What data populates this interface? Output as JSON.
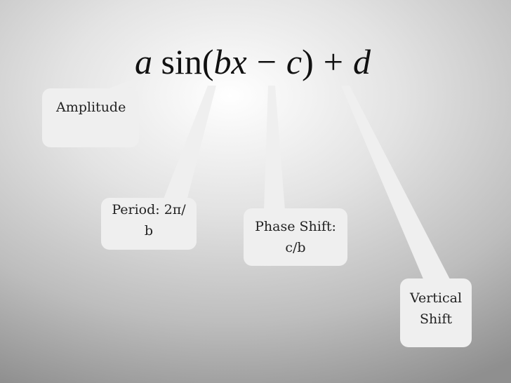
{
  "formula": {
    "a": "a",
    "sin": "sin",
    "open": "(",
    "b": "b",
    "x": "x",
    "minus": "−",
    "c": "c",
    "close": ")",
    "plus": "+",
    "d": "d"
  },
  "callouts": {
    "amplitude": {
      "text": "Amplitude"
    },
    "period": {
      "line1": "Period: 2π/",
      "line2": "b"
    },
    "phase_shift": {
      "line1": "Phase Shift:",
      "line2": "c/b"
    },
    "vertical_shift": {
      "line1": "Vertical",
      "line2": "Shift"
    }
  }
}
